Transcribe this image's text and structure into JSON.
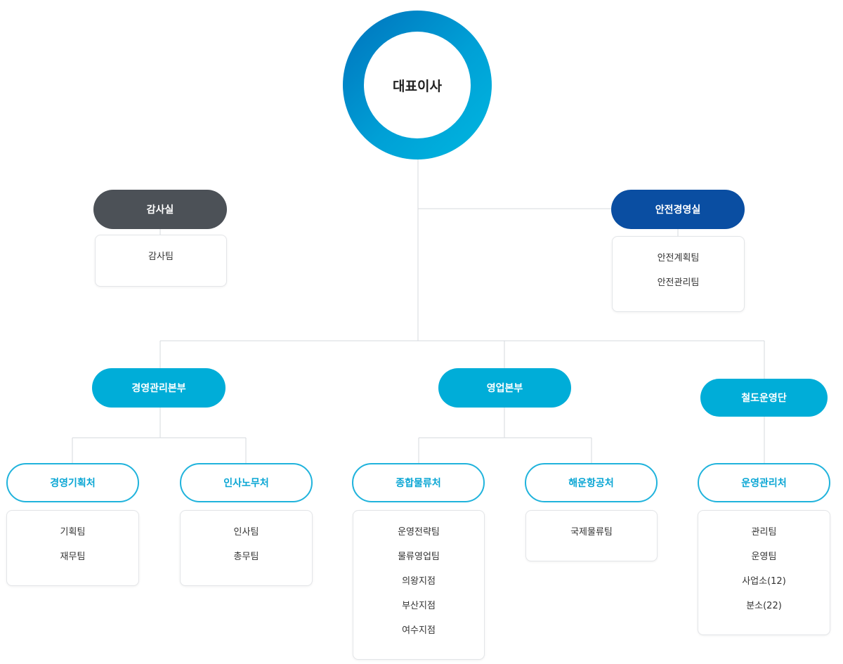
{
  "ceo": {
    "label": "대표이사"
  },
  "audit": {
    "label": "감사실",
    "teams": [
      "감사팀"
    ]
  },
  "safety": {
    "label": "안전경영실",
    "teams": [
      "안전계획팀",
      "안전관리팀"
    ]
  },
  "divisions": [
    {
      "label": "경영관리본부",
      "departments": [
        {
          "label": "경영기획처",
          "teams": [
            "기획팀",
            "재무팀"
          ]
        },
        {
          "label": "인사노무처",
          "teams": [
            "인사팀",
            "총무팀"
          ]
        }
      ]
    },
    {
      "label": "영업본부",
      "departments": [
        {
          "label": "종합물류처",
          "teams": [
            "운영전략팀",
            "물류영업팀",
            "의왕지점",
            "부산지점",
            "여수지점"
          ]
        },
        {
          "label": "해운항공처",
          "teams": [
            "국제물류팀"
          ]
        }
      ]
    },
    {
      "label": "철도운영단",
      "departments": [
        {
          "label": "운영관리처",
          "teams": [
            "관리팀",
            "운영팀",
            "사업소(12)",
            "분소(22)"
          ]
        }
      ]
    }
  ],
  "colors": {
    "ring_dark": "#0072bc",
    "ring_light": "#00b7e0",
    "audit": "#4c5157",
    "safety": "#0a4ea2",
    "division": "#00add8",
    "department_outline": "#20b3dc"
  }
}
